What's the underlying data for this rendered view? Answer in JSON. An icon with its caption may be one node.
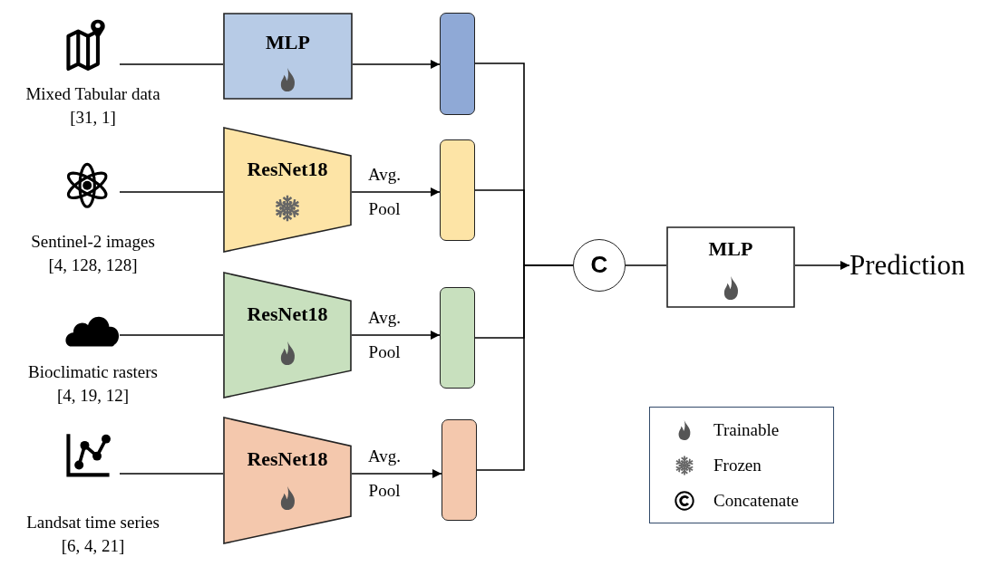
{
  "diagram": {
    "nodes": [
      {
        "text": [
          "Mixed Tabular data",
          "[31, 1]"
        ]
      },
      {
        "text": [
          "MLP"
        ]
      },
      {
        "text": [],
        "shape": "bar"
      },
      {
        "text": [
          "Sentinel-2 images",
          "[4, 128, 128]"
        ]
      },
      {
        "text": [
          "ResNet18"
        ]
      },
      {
        "text": [],
        "shape": "bar"
      },
      {
        "text": [
          "Bioclimatic rasters",
          "[4, 19, 12]"
        ]
      },
      {
        "text": [
          "ResNet18"
        ]
      },
      {
        "text": [],
        "shape": "bar"
      },
      {
        "text": [
          "Landsat time series",
          "[6, 4, 21]"
        ]
      },
      {
        "text": [
          "ResNet18"
        ]
      },
      {
        "text": [],
        "shape": "bar"
      },
      {
        "text": [
          "C"
        ]
      },
      {
        "text": [
          "MLP"
        ]
      },
      {
        "text": [
          "Prediction"
        ]
      }
    ],
    "edges": [
      {
        "from": 0,
        "to": 1,
        "arrow": "none"
      },
      {
        "from": 1,
        "to": 2,
        "arrow": "to"
      },
      {
        "from": 3,
        "to": 4,
        "arrow": "none"
      },
      {
        "from": 4,
        "to": 5,
        "arrow": "to",
        "label": "Avg. Pool"
      },
      {
        "from": 6,
        "to": 7,
        "arrow": "none"
      },
      {
        "from": 7,
        "to": 8,
        "arrow": "to",
        "label": "Avg. Pool"
      },
      {
        "from": 9,
        "to": 10,
        "arrow": "none"
      },
      {
        "from": 10,
        "to": 11,
        "arrow": "to",
        "label": "Avg. Pool"
      },
      {
        "from": 2,
        "to": 12,
        "arrow": "none"
      },
      {
        "from": 5,
        "to": 12,
        "arrow": "none"
      },
      {
        "from": 8,
        "to": 12,
        "arrow": "none"
      },
      {
        "from": 11,
        "to": 12,
        "arrow": "none"
      },
      {
        "from": 12,
        "to": 13,
        "arrow": "none"
      },
      {
        "from": 13,
        "to": 14,
        "arrow": "to"
      }
    ],
    "legend": [
      {
        "text": "Trainable"
      },
      {
        "text": "Frozen"
      },
      {
        "text": "Concatenate"
      }
    ]
  }
}
